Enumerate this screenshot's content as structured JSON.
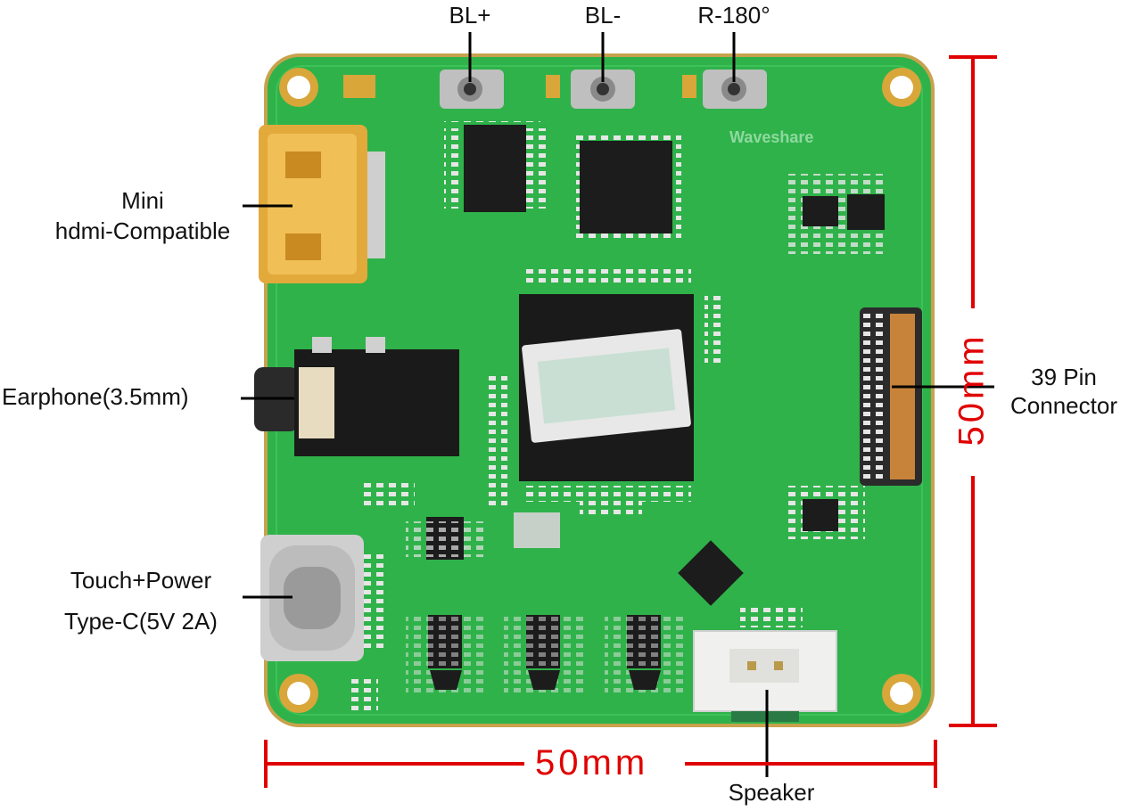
{
  "labels": {
    "bl_plus": "BL+",
    "bl_minus": "BL-",
    "rotate": "R-180°",
    "mini_hdmi_line1": "Mini",
    "mini_hdmi_line2": "hdmi-Compatible",
    "earphone": "Earphone(3.5mm)",
    "touch_power_line1": "Touch+Power",
    "touch_power_line2": "Type-C(5V 2A)",
    "pin_connector_line1": "39 Pin",
    "pin_connector_line2": "Connector",
    "speaker": "Speaker",
    "logo_text": "Waveshare"
  },
  "dimensions": {
    "width": "50mm",
    "height": "50mm"
  },
  "colors": {
    "pcb": "#2fb24a",
    "pcb_dark": "#1f8f38",
    "gold": "#d9a63a",
    "chip": "#1c1c1c",
    "dimension": "#e00000"
  }
}
